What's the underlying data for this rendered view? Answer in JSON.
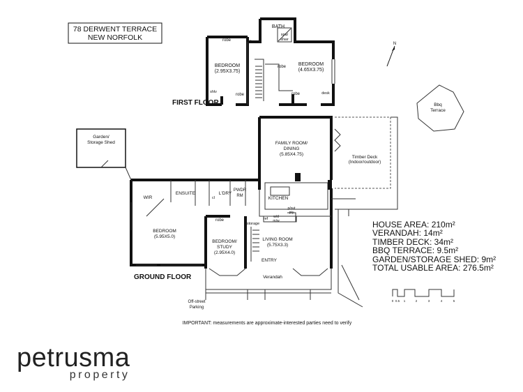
{
  "title": {
    "line1": "78 DERWENT TERRACE",
    "line2": "NEW NORFOLK"
  },
  "first_floor": {
    "label": "FIRST FLOOR",
    "rooms": {
      "bath": "BATH",
      "spa": "spa/",
      "spa2": "shwr",
      "linen": "linen",
      "bed1": "BEDROOM",
      "bed1_size": "(2.95X3.75)",
      "bed2": "BEDROOM",
      "bed2_size": "(4.65X3.75)",
      "robe": "robe",
      "shlv": "shlv",
      "desk": "desk"
    }
  },
  "ground_floor": {
    "label": "GROUND FLOOR",
    "rooms": {
      "wir": "WIR",
      "bed": "BEDROOM",
      "bed_size": "(5.95X5.0)",
      "ensuite": "ENSUITE",
      "laundry": "L'DRY",
      "cl": "cl",
      "pwdr1": "PWDR",
      "pwdr2": "RM",
      "kitchen": "KITCHEN",
      "family1": "FAMILY ROOM/",
      "family2": "DINING",
      "family_size": "(5.85X4.75)",
      "deck1": "Timber Deck",
      "deck2": "(Indoor/outdoor)",
      "robe": "robe",
      "study1": "BEDROOM/",
      "study2": "STUDY",
      "study_size": "(2.95X4.0)",
      "storage": "storage",
      "ref": "ref",
      "wd1": "w/d",
      "wd2": "m/w",
      "pout1": "p/out",
      "pout2": "pty",
      "living": "LIVING ROOM",
      "living_size": "(5.75X3.3)",
      "entry": "ENTRY",
      "verandah": "Verandah",
      "parking1": "Off-street",
      "parking2": "Parking"
    }
  },
  "outbuildings": {
    "shed1": "Garden/",
    "shed2": "Storage Shed",
    "bbq1": "Bbq",
    "bbq2": "Terrace"
  },
  "areas": [
    "HOUSE AREA: 210m²",
    "VERANDAH: 14m²",
    "TIMBER DECK: 34m²",
    "BBQ TERRACE: 9.5m²",
    "GARDEN/STORAGE SHED: 9m²",
    "TOTAL USABLE AREA: 276.5m²"
  ],
  "scale": {
    "ticks": [
      "0",
      "0.5",
      "1",
      "2",
      "3",
      "4",
      "5"
    ]
  },
  "note": "IMPORTANT: measurements are approximate-interested parties need to verify",
  "logo": {
    "brand": "petrusma",
    "sub": "property"
  },
  "icons": {
    "north": "north-arrow-icon"
  }
}
